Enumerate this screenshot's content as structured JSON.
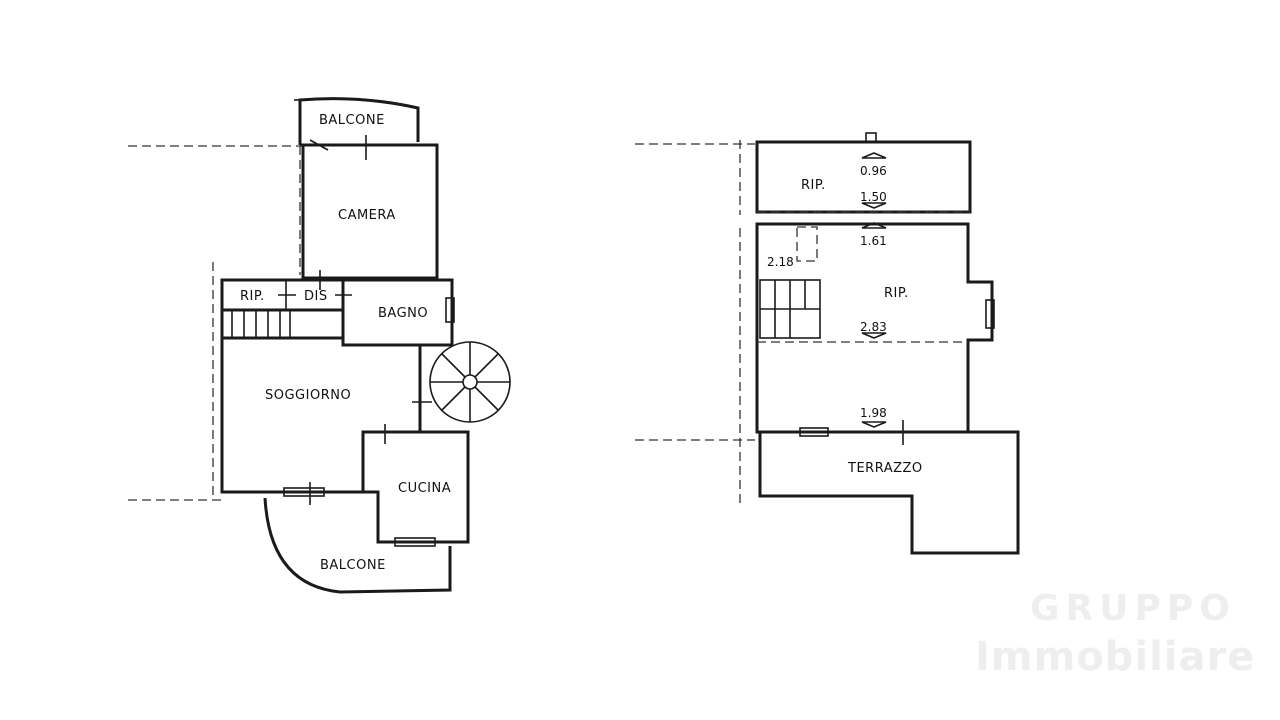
{
  "floor_plan_left": {
    "rooms": {
      "balcone_top": "BALCONE",
      "camera": "CAMERA",
      "rip": "RIP.",
      "dis": "DIS",
      "bagno": "BAGNO",
      "soggiorno": "SOGGIORNO",
      "cucina": "CUCINA",
      "balcone_bottom": "BALCONE"
    }
  },
  "floor_plan_right": {
    "rooms": {
      "rip_top": "RIP.",
      "rip_main": "RIP.",
      "terrazzo": "TERRAZZO"
    },
    "heights": [
      "0.96",
      "1.50",
      "1.61",
      "2.18",
      "2.83",
      "1.98"
    ]
  },
  "watermark": {
    "line1": "GRUPPO",
    "line2": "Immobiliare"
  },
  "colors": {
    "line": "#1a1a1a",
    "background": "#ffffff",
    "watermark": "#eeeeee"
  }
}
